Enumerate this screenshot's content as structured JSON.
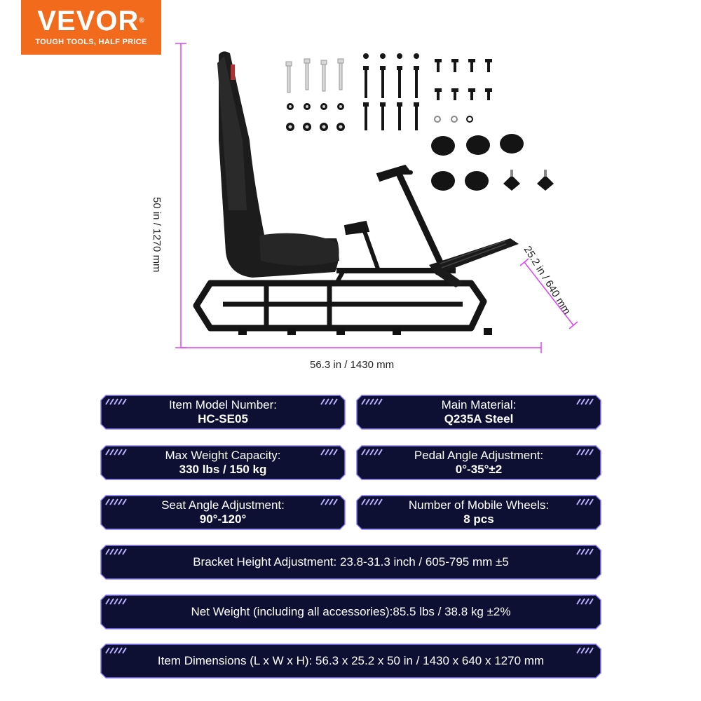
{
  "brand": {
    "name": "VEVOR",
    "reg_mark": "®",
    "tagline": "TOUGH TOOLS, HALF PRICE",
    "color": "#f26a1b"
  },
  "dimensions": {
    "height": "50 in / 1270 mm",
    "length": "56.3 in / 1430 mm",
    "depth": "25.2 in / 640 mm",
    "line_color": "#e040fb"
  },
  "specs": {
    "model": {
      "label": "Item Model Number:",
      "value": "HC-SE05"
    },
    "material": {
      "label": "Main Material:",
      "value": "Q235A Steel"
    },
    "weight_capacity": {
      "label": "Max Weight Capacity:",
      "value": "330 lbs / 150 kg"
    },
    "pedal_angle": {
      "label": "Pedal Angle Adjustment:",
      "value": "0°-35°±2"
    },
    "seat_angle": {
      "label": "Seat Angle Adjustment:",
      "value": "90°-120°"
    },
    "wheels": {
      "label": "Number of Mobile Wheels:",
      "value": "8 pcs"
    },
    "bracket_height": "Bracket Height Adjustment: 23.8-31.3 inch / 605-795 mm ±5",
    "net_weight": "Net Weight (including all accessories):85.5 lbs / 38.8 kg ±2%",
    "item_dimensions": "Item Dimensions (L x W x H): 56.3 x 25.2 x 50 in / 1430 x 640 x 1270 mm"
  },
  "colors": {
    "card_bg": "#0d1033",
    "card_border": "#8a7bff",
    "accent_stripes": "#b8b0ff"
  }
}
